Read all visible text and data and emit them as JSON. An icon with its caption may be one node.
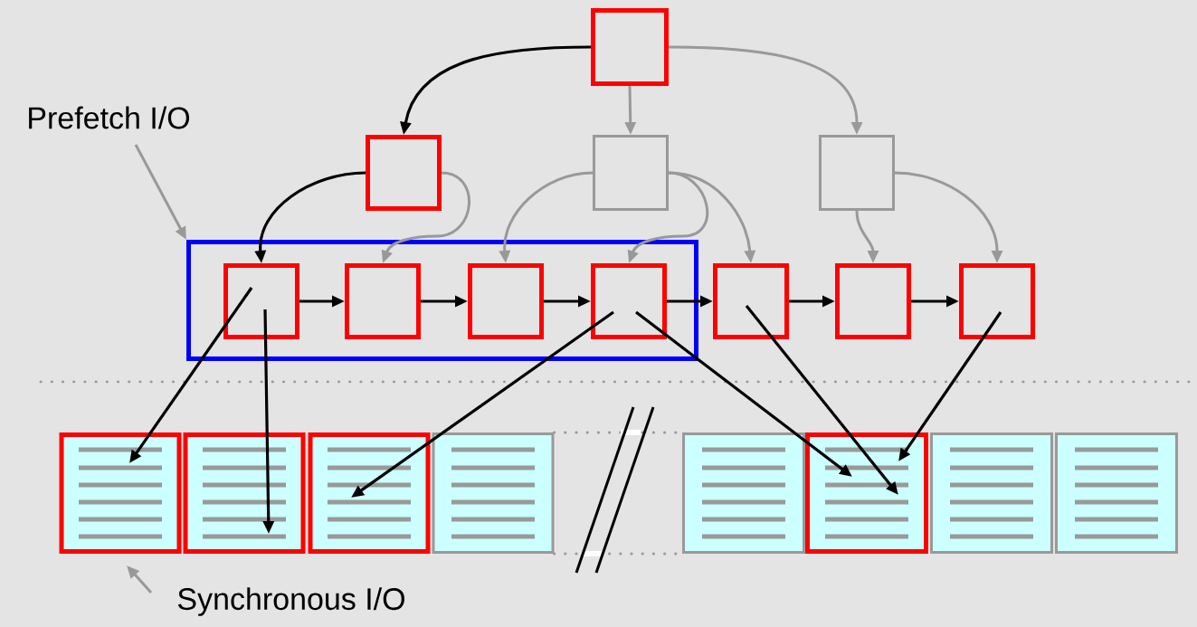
{
  "diagram": {
    "nodes": [
      {
        "text": [],
        "shape": "box"
      },
      {
        "text": [],
        "shape": "box"
      },
      {
        "text": [],
        "shape": "box"
      },
      {
        "text": [],
        "shape": "box"
      },
      {
        "text": [],
        "shape": "box"
      },
      {
        "text": [],
        "shape": "box",
        "in": 4
      },
      {
        "text": [],
        "shape": "box",
        "in": 4
      },
      {
        "text": [],
        "shape": "box",
        "in": 4
      },
      {
        "text": [],
        "shape": "box",
        "in": 4
      },
      {
        "text": [],
        "shape": "box"
      },
      {
        "text": [],
        "shape": "box"
      },
      {
        "text": [],
        "shape": "box"
      },
      {
        "text": [],
        "shape": "picture"
      },
      {
        "text": [],
        "shape": "picture"
      },
      {
        "text": [],
        "shape": "picture"
      },
      {
        "text": [],
        "shape": "picture"
      },
      {
        "text": [],
        "shape": "picture"
      },
      {
        "text": [],
        "shape": "picture"
      },
      {
        "text": [],
        "shape": "picture"
      },
      {
        "text": [],
        "shape": "picture"
      },
      {
        "text": [
          "Prefetch I/O"
        ]
      },
      {
        "text": [
          "Synchronous I/O"
        ]
      }
    ],
    "edges": [
      {
        "from": 0,
        "to": 1,
        "arrow": "to"
      },
      {
        "from": 0,
        "to": 2,
        "arrow": "to",
        "color": "#999999"
      },
      {
        "from": 0,
        "to": 3,
        "arrow": "to",
        "color": "#999999"
      },
      {
        "from": 1,
        "to": 5,
        "arrow": "to"
      },
      {
        "from": 1,
        "to": 6,
        "arrow": "to",
        "color": "#999999"
      },
      {
        "from": 2,
        "to": 7,
        "arrow": "to",
        "color": "#999999"
      },
      {
        "from": 2,
        "to": 8,
        "arrow": "to",
        "color": "#999999"
      },
      {
        "from": 2,
        "to": 9,
        "arrow": "to",
        "color": "#999999"
      },
      {
        "from": 3,
        "to": 10,
        "arrow": "to",
        "color": "#999999"
      },
      {
        "from": 3,
        "to": 11,
        "arrow": "to",
        "color": "#999999"
      },
      {
        "from": 5,
        "to": 6,
        "arrow": "to"
      },
      {
        "from": 6,
        "to": 7,
        "arrow": "to"
      },
      {
        "from": 7,
        "to": 8,
        "arrow": "to"
      },
      {
        "from": 8,
        "to": 9,
        "arrow": "to"
      },
      {
        "from": 9,
        "to": 10,
        "arrow": "to"
      },
      {
        "from": 10,
        "to": 11,
        "arrow": "to"
      },
      {
        "from": 5,
        "to": 12,
        "arrow": "to"
      },
      {
        "from": 5,
        "to": 13,
        "arrow": "to"
      },
      {
        "from": 8,
        "to": 14,
        "arrow": "to"
      },
      {
        "from": 8,
        "to": 17,
        "arrow": "to"
      },
      {
        "from": 9,
        "to": 17,
        "arrow": "to"
      },
      {
        "from": 11,
        "to": 17,
        "arrow": "to"
      },
      {
        "from": 15,
        "to": 16,
        "arrow": "none",
        "style": "dashed",
        "color": "#999999"
      },
      {
        "from": 15,
        "to": 16,
        "arrow": "none",
        "style": "dashed",
        "color": "#999999"
      },
      {
        "from": 20,
        "to": 4,
        "arrow": "to",
        "color": "#999999"
      },
      {
        "from": 21,
        "to": 12,
        "arrow": "to",
        "color": "#999999"
      }
    ]
  }
}
